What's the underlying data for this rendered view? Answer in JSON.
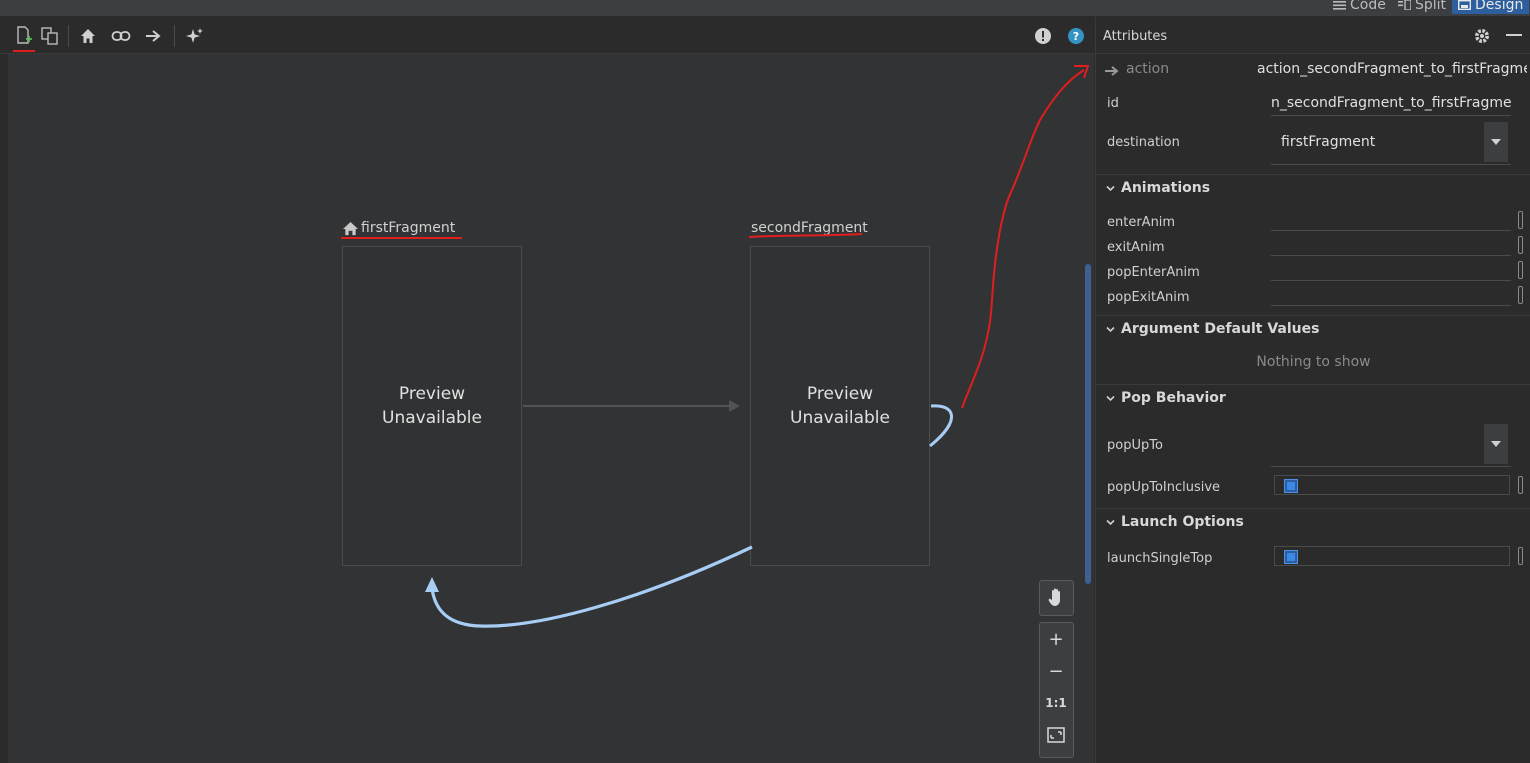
{
  "view_modes": {
    "code": "Code",
    "split": "Split",
    "design": "Design"
  },
  "toolbar": {
    "icons": [
      "new-destination-icon",
      "nested-graph-icon",
      "home-icon",
      "deep-link-icon",
      "action-icon",
      "auto-arrange-icon",
      "warning-icon",
      "help-icon"
    ]
  },
  "graph": {
    "first": {
      "label": "firstFragment",
      "preview": "Preview\nUnavailable"
    },
    "second": {
      "label": "secondFragment",
      "preview": "Preview\nUnavailable"
    },
    "zoom": {
      "fit_one": "1:1"
    }
  },
  "panel": {
    "title": "Attributes",
    "header_type": "action",
    "header_value": "action_secondFragment_to_firstFragment",
    "id_label": "id",
    "id_value": "n_secondFragment_to_firstFragment",
    "destination_label": "destination",
    "destination_value": "firstFragment",
    "animations": {
      "title": "Animations",
      "items": [
        "enterAnim",
        "exitAnim",
        "popEnterAnim",
        "popExitAnim"
      ]
    },
    "args": {
      "title": "Argument Default Values",
      "empty": "Nothing to show"
    },
    "pop": {
      "title": "Pop Behavior",
      "popUpTo": "popUpTo",
      "popUpToInclusive": "popUpToInclusive"
    },
    "launch": {
      "title": "Launch Options",
      "launchSingleTop": "launchSingleTop"
    }
  },
  "colors": {
    "accent": "#2d5f9e",
    "annotation": "#e01e1e",
    "action_arrow": "#a8cdf5"
  }
}
